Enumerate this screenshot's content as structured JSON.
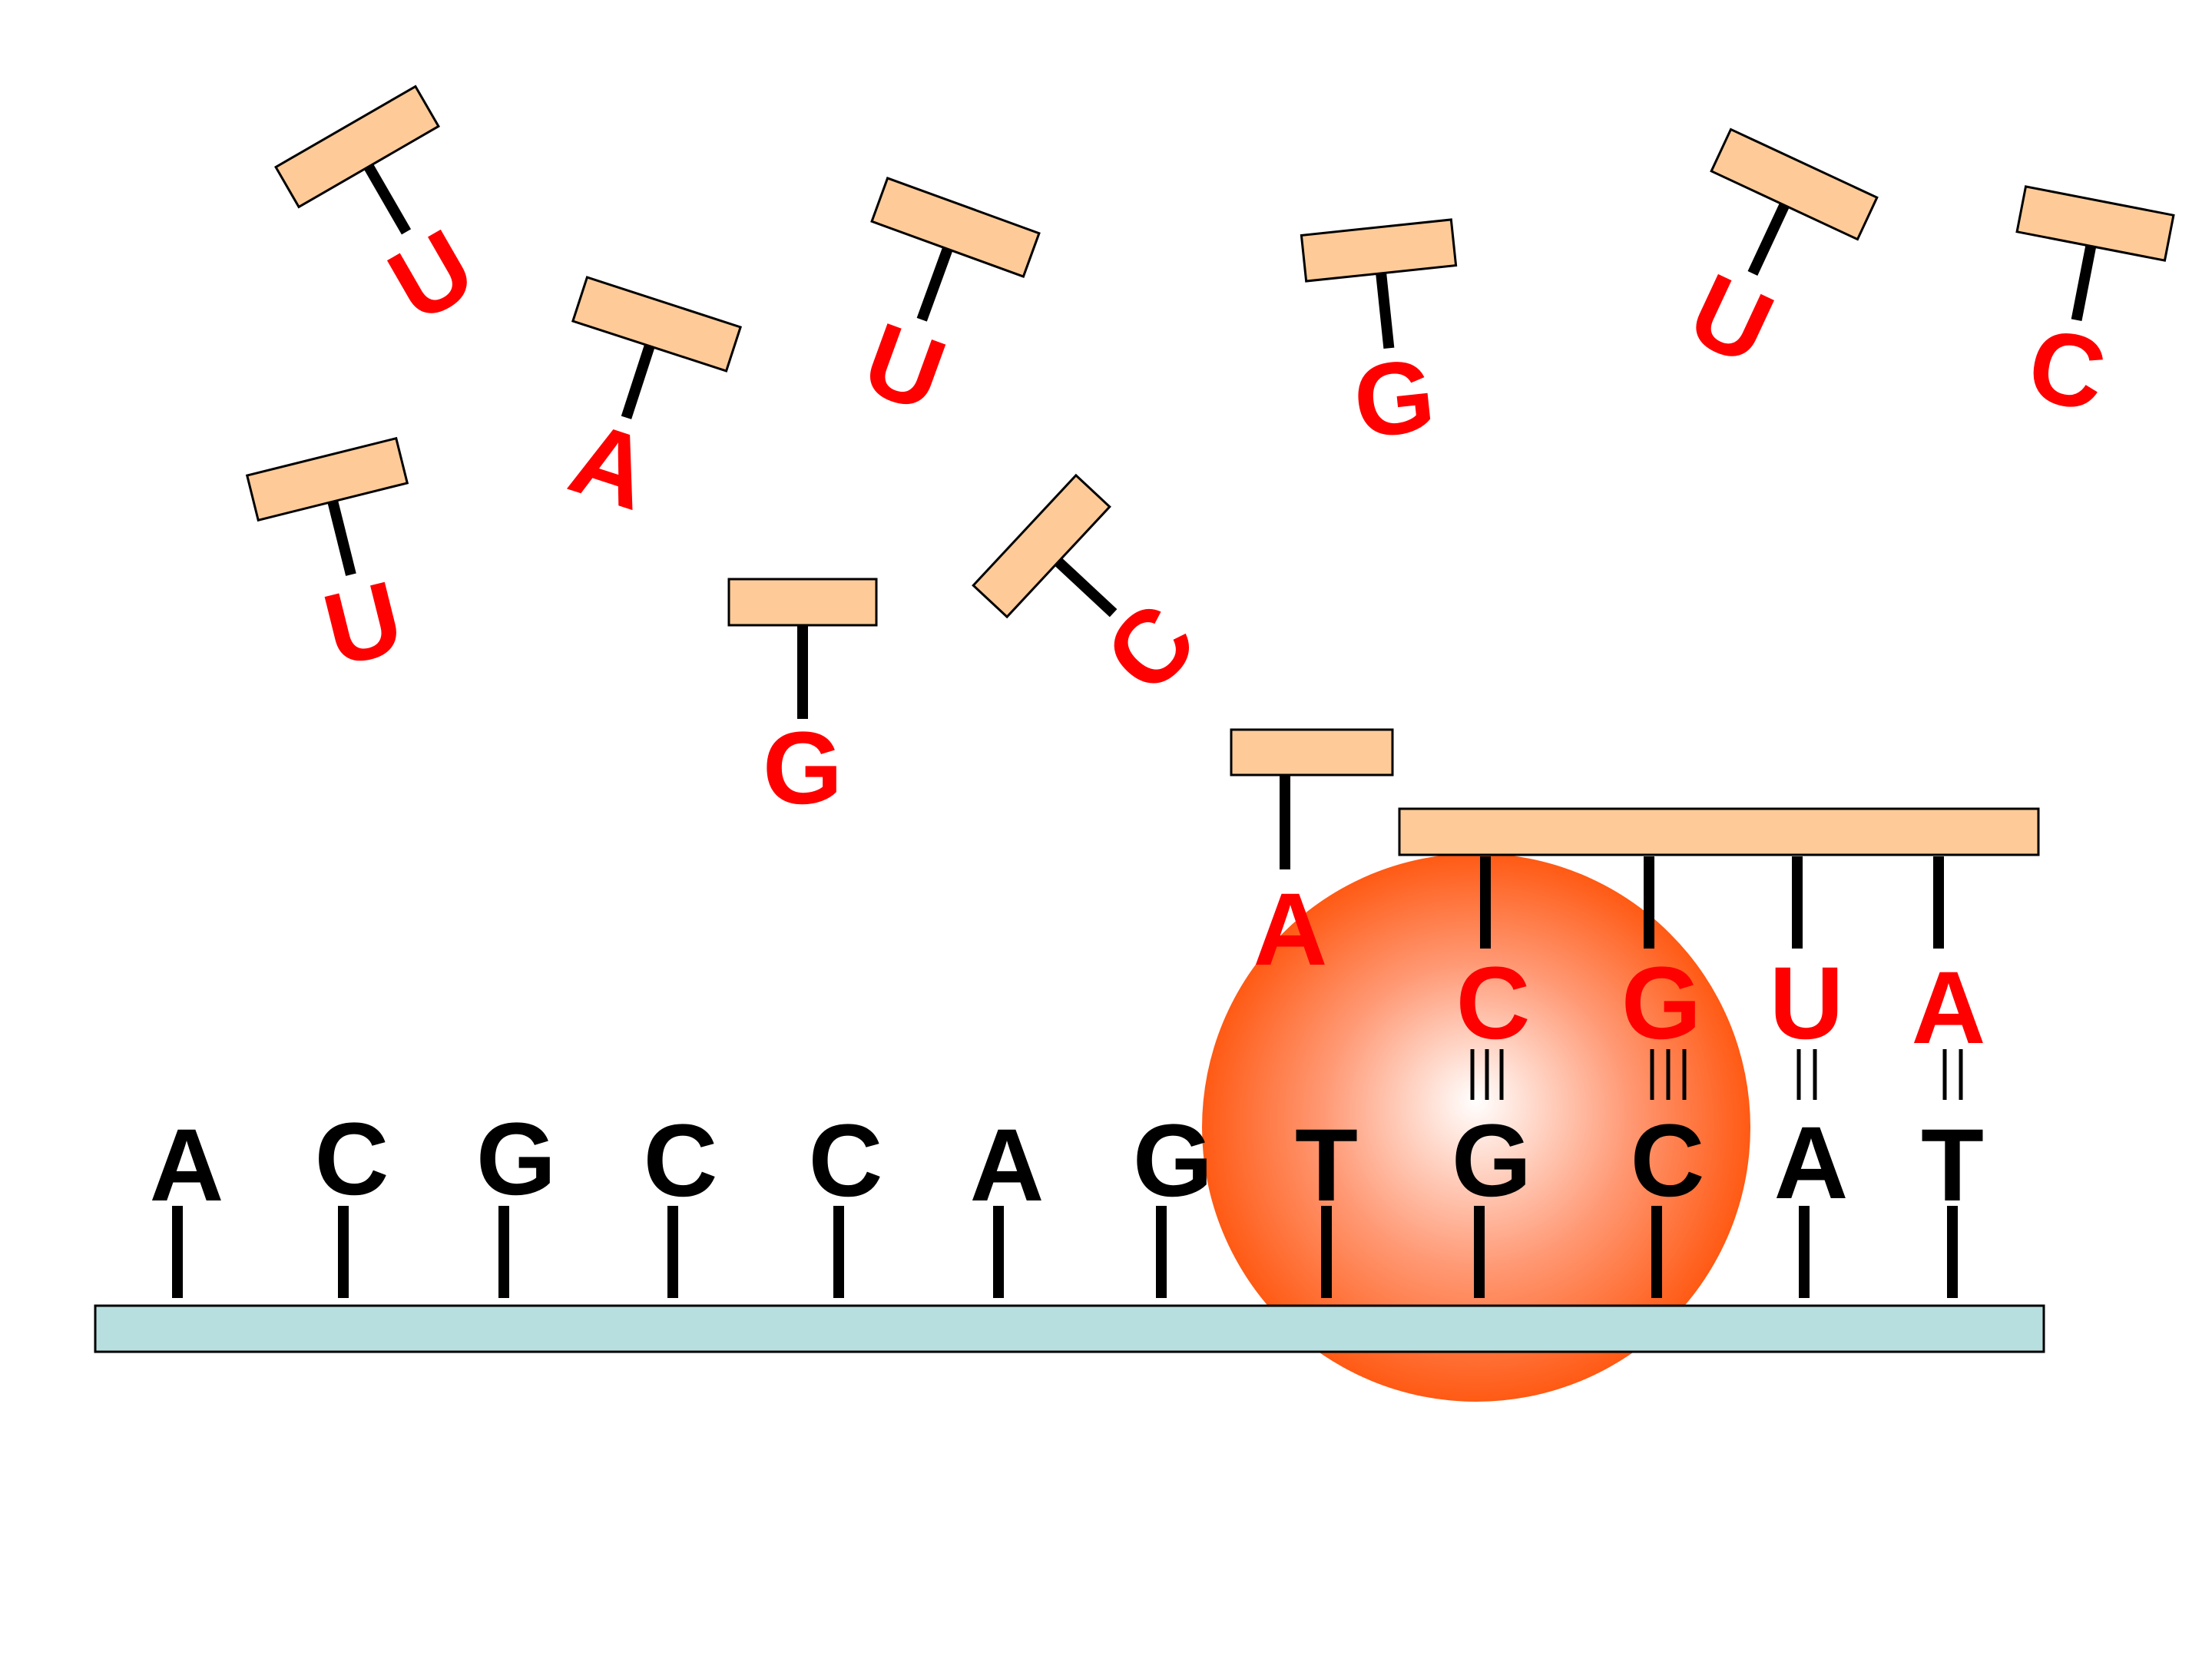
{
  "colors": {
    "template_letter": "#000000",
    "rna_letter": "#ff0000",
    "rna_backbone": "#fecb98",
    "dna_backbone": "#b7dfe0",
    "polymerase_center": "#ffffff",
    "polymerase_edge": "#ff5a14"
  },
  "template_strand": {
    "bases": [
      "A",
      "C",
      "G",
      "C",
      "C",
      "A",
      "G",
      "T",
      "G",
      "C",
      "A",
      "T"
    ]
  },
  "growing_rna": {
    "bases": [
      "C",
      "G",
      "U",
      "A"
    ],
    "bond_counts": [
      3,
      3,
      2,
      2
    ]
  },
  "incoming_nucleotide": {
    "base": "A"
  },
  "free_nucleotides": [
    {
      "id": "free-1",
      "base": "U"
    },
    {
      "id": "free-2",
      "base": "A"
    },
    {
      "id": "free-3",
      "base": "U"
    },
    {
      "id": "free-4",
      "base": "G"
    },
    {
      "id": "free-5",
      "base": "U"
    },
    {
      "id": "free-6",
      "base": "C"
    },
    {
      "id": "free-7",
      "base": "U"
    },
    {
      "id": "free-8",
      "base": "G"
    },
    {
      "id": "free-9",
      "base": "C"
    }
  ]
}
